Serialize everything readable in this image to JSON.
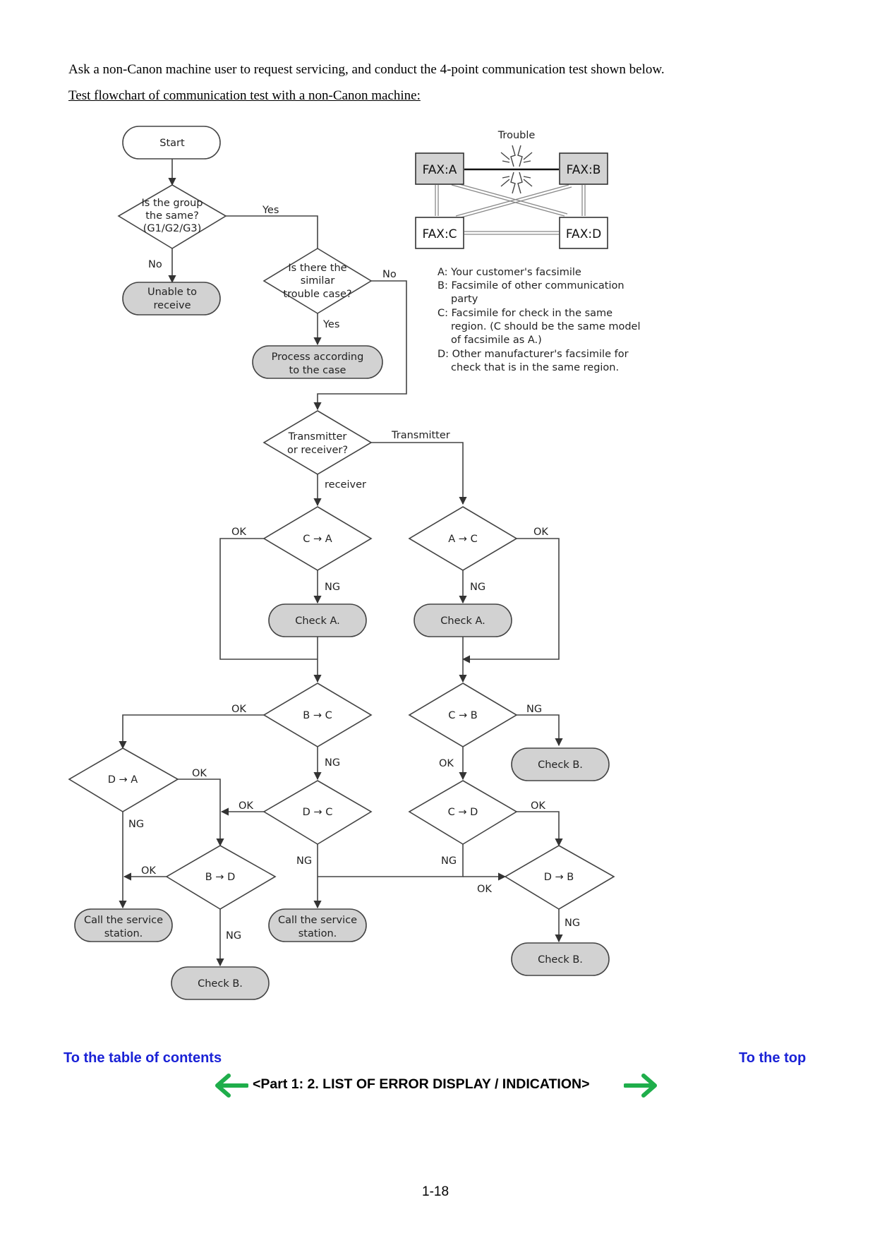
{
  "intro": "Ask a non-Canon machine user to request servicing, and conduct the 4-point communication test shown below.",
  "subhead": "Test flowchart of communication test with a non-Canon machine:",
  "flowchart": {
    "start": "Start",
    "d_group": [
      "Is the group",
      "the same?",
      "(G1/G2/G3)"
    ],
    "yes": "Yes",
    "no": "No",
    "unable": [
      "Unable to",
      "receive"
    ],
    "d_similar": [
      "Is there the",
      "similar",
      "trouble case?"
    ],
    "process": [
      "Process according",
      "to the case"
    ],
    "d_tr": [
      "Transmitter",
      "or receiver?"
    ],
    "transmitter": "Transmitter",
    "receiver": "receiver",
    "ok": "OK",
    "ng": "NG",
    "c_a": "C → A",
    "a_c": "A → C",
    "b_c": "B → C",
    "c_b": "C → B",
    "d_a": "D → A",
    "d_c": "D → C",
    "c_d": "C → D",
    "b_d": "B → D",
    "d_b": "D → B",
    "check_a": "Check A.",
    "check_b": "Check B.",
    "call_service": [
      "Call the service",
      "station."
    ]
  },
  "network": {
    "trouble": "Trouble",
    "fax_a": "FAX:A",
    "fax_b": "FAX:B",
    "fax_c": "FAX:C",
    "fax_d": "FAX:D"
  },
  "legend": [
    "A: Your customer's facsimile",
    "B: Facsimile of other communication",
    "party",
    "C: Facsimile for check in the same",
    "region. (C should be the same model",
    "of facsimile as A.)",
    "D: Other manufacturer's facsimile for",
    "check that is in the same region."
  ],
  "nav": {
    "toc": "To the table of contents",
    "top": "To the top",
    "section": "<Part 1:  2. LIST OF ERROR DISPLAY / INDICATION>",
    "arrow_color": "#1fae4b",
    "link_color": "#1a22d6"
  },
  "page_number": "1-18"
}
